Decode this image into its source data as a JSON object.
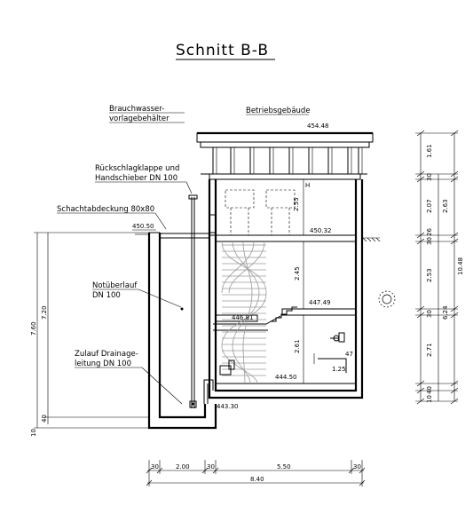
{
  "title": "Schnitt B-B",
  "labels": {
    "tank": "Brauchwasser-",
    "tank2": "vorlagebehälter",
    "building": "Betriebsgebäude",
    "valve1": "Rückschlagklappe und",
    "valve2": "Handschieber DN 100",
    "cover": "Schachtabdeckung 80x80",
    "overflow1": "Notüberlauf",
    "overflow2": "DN 100",
    "inlet1": "Zulauf Drainage-",
    "inlet2": "leitung DN 100"
  },
  "levels": {
    "roof": "454.48",
    "tank_top": "450.50",
    "ground_floor": "450.32",
    "mid_floor": "447.49",
    "landing": "446.81",
    "basement": "444.50",
    "tank_bottom": "443.30"
  },
  "dims": {
    "left_outer": "7.60",
    "left_inner": "7.20",
    "left_base_a": "40",
    "left_base_b": "10",
    "room_height": "2.55",
    "stair_height": "2.45",
    "basement_height": "2.61",
    "pipe_a": "47",
    "pipe_b": "1.25",
    "r1": "1.61",
    "r2": "30",
    "r3": "2.07",
    "r4": "26",
    "r5": "30",
    "r6": "2.53",
    "r7": "30",
    "r8": "2.71",
    "r9": "40",
    "r10": "10",
    "rr1": "2.63",
    "rr2": "6.24",
    "total_height": "10.48",
    "b1": "30",
    "b2": "2.00",
    "b3": "30",
    "b4": "5.50",
    "b5": "30",
    "total_width": "8.40"
  }
}
